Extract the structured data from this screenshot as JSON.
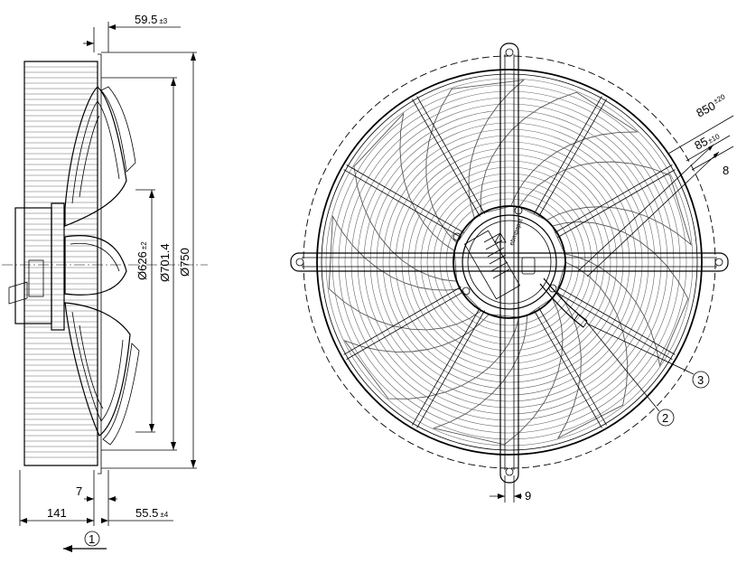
{
  "dimensions": {
    "hub_offset": {
      "value": "59.5",
      "tolerance": "±3"
    },
    "blade_diameter": {
      "value": "Ø626",
      "tolerance": "±2"
    },
    "guard_ring_diameter": {
      "value": "Ø701.4"
    },
    "outer_diameter": {
      "value": "Ø750"
    },
    "wall_gap": {
      "value": "7"
    },
    "depth_rear": {
      "value": "141"
    },
    "front_offset": {
      "value": "55.5",
      "tolerance": "±4"
    },
    "mount_hole_circle": {
      "value": "850",
      "tolerance": "±20"
    },
    "mount_slot_width": {
      "value": "85",
      "tolerance": "±10"
    },
    "slot_size": {
      "value": "8"
    },
    "bottom_tab_width": {
      "value": "9"
    }
  },
  "callouts": [
    {
      "id": "1"
    },
    {
      "id": "2"
    },
    {
      "id": "3"
    }
  ],
  "hub_label": {
    "text": "ebmpapst"
  }
}
